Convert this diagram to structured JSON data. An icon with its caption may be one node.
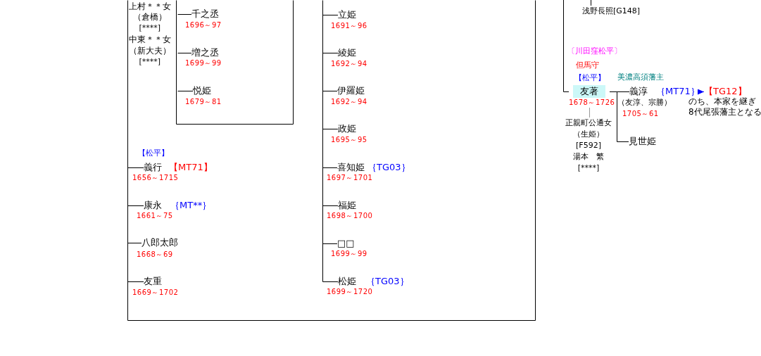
{
  "diagram": {
    "nodes": [
      {
        "text": [
          "千之丞"
        ],
        "beside": [
          "1696～97"
        ]
      },
      {
        "text": [
          "増之丞"
        ],
        "beside": [
          "1699～99"
        ]
      },
      {
        "text": [
          "悦姫"
        ],
        "beside": [
          "1679～81"
        ]
      },
      {
        "text": [
          "義行",
          "【MT71】"
        ],
        "beside": [
          "【松平】",
          "1656～1715"
        ]
      },
      {
        "text": [
          "康永",
          "｛MT**｝"
        ],
        "beside": [
          "1661～75"
        ]
      },
      {
        "text": [
          "八郎太郎"
        ],
        "beside": [
          "1668～69"
        ]
      },
      {
        "text": [
          "友重"
        ],
        "beside": [
          "1669～1702"
        ]
      },
      {
        "text": [
          "立姫"
        ],
        "beside": [
          "1691～96"
        ]
      },
      {
        "text": [
          "綾姫"
        ],
        "beside": [
          "1692～94"
        ]
      },
      {
        "text": [
          "伊羅姫"
        ],
        "beside": [
          "1692～94"
        ]
      },
      {
        "text": [
          "政姫"
        ],
        "beside": [
          "1695～95"
        ]
      },
      {
        "text": [
          "喜知姫",
          "｛TG03｝"
        ],
        "beside": [
          "1697～1701"
        ]
      },
      {
        "text": [
          "福姫"
        ],
        "beside": [
          "1698～1700"
        ]
      },
      {
        "text": [
          "□□"
        ],
        "beside": [
          "1699～99"
        ]
      },
      {
        "text": [
          "松姫",
          "｛TG03｝"
        ],
        "beside": [
          "1699～1720"
        ]
      },
      {
        "text": [
          "浅野長照[G148]"
        ]
      },
      {
        "text": [
          "友著"
        ],
        "beside": [
          "〔川田窪松平〕",
          "但馬守",
          "【松平】",
          "1678～1726"
        ]
      },
      {
        "text": [
          "正親町公通女",
          "（生姫）",
          "[F592]",
          "湯本　繁",
          "[****]"
        ]
      },
      {
        "text": [
          "義淳",
          "｛MT71｝"
        ],
        "beside": [
          "美濃高須藩主",
          "（友淳、宗勝）",
          "1705～61"
        ]
      },
      {
        "text": [
          "【TG12】"
        ]
      },
      {
        "text": [
          "見世姫"
        ]
      }
    ],
    "edges": [
      {
        "from": null,
        "to": 0,
        "arrow": "none"
      },
      {
        "from": null,
        "to": 1,
        "arrow": "none"
      },
      {
        "from": null,
        "to": 2,
        "arrow": "none"
      },
      {
        "from": null,
        "to": 3,
        "arrow": "none"
      },
      {
        "from": null,
        "to": 4,
        "arrow": "none"
      },
      {
        "from": null,
        "to": 5,
        "arrow": "none"
      },
      {
        "from": null,
        "to": 6,
        "arrow": "none"
      },
      {
        "from": null,
        "to": 7,
        "arrow": "none"
      },
      {
        "from": null,
        "to": 8,
        "arrow": "none"
      },
      {
        "from": null,
        "to": 9,
        "arrow": "none"
      },
      {
        "from": null,
        "to": 10,
        "arrow": "none"
      },
      {
        "from": null,
        "to": 11,
        "arrow": "none"
      },
      {
        "from": null,
        "to": 12,
        "arrow": "none"
      },
      {
        "from": null,
        "to": 13,
        "arrow": "none"
      },
      {
        "from": null,
        "to": 14,
        "arrow": "none"
      },
      {
        "from": null,
        "to": 15,
        "arrow": "none"
      },
      {
        "from": null,
        "to": 16,
        "arrow": "none"
      },
      {
        "from": 16,
        "to": 18,
        "arrow": "none"
      },
      {
        "from": 16,
        "to": 20,
        "arrow": "none"
      },
      {
        "from": 16,
        "to": 17,
        "arrow": "none",
        "color": "#999999"
      },
      {
        "from": 18,
        "to": 19,
        "arrow": "to",
        "color": "#0000ff"
      }
    ],
    "labels": [
      "上村＊＊女",
      "（倉橋）",
      "[****]",
      "中東＊＊女",
      "（新大夫）",
      "[****]",
      "のち、本家を継ぎ 8代尾張藩主となる"
    ]
  }
}
